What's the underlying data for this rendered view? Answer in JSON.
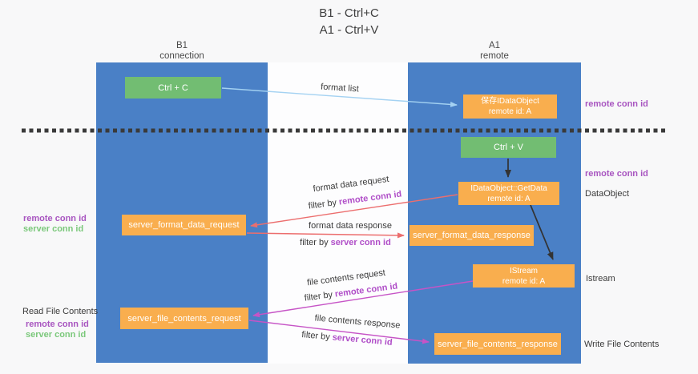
{
  "title": {
    "line1": "B1 - Ctrl+C",
    "line2": "A1 - Ctrl+V"
  },
  "lanes": {
    "b1": {
      "name": "B1",
      "subtitle": "connection"
    },
    "a1": {
      "name": "A1",
      "subtitle": "remote"
    }
  },
  "nodes": {
    "ctrl_c": {
      "label": "Ctrl + C"
    },
    "ctrl_v": {
      "label": "Ctrl + V"
    },
    "save_dataobject": {
      "line1": "保存IDataObject",
      "line2": "remote id: A"
    },
    "getdata": {
      "line1": "IDataObject::GetData",
      "line2": "remote id: A"
    },
    "istream": {
      "line1": "IStream",
      "line2": "remote id: A"
    },
    "format_request": {
      "label": "server_format_data_request"
    },
    "format_response": {
      "label": "server_format_data_response"
    },
    "file_request": {
      "label": "server_file_contents_request"
    },
    "file_response": {
      "label": "server_file_contents_response"
    }
  },
  "edge_labels": {
    "format_list": "format list",
    "format_data_request": "format data request",
    "format_data_response": "format data response",
    "file_contents_request": "file contents request",
    "file_contents_response": "file contents response",
    "filter_by": "filter by",
    "remote_conn_id": "remote conn id",
    "server_conn_id": "server conn id"
  },
  "side_labels": {
    "right": {
      "remote_conn_id_top": "remote conn id",
      "remote_conn_id_mid": "remote conn id",
      "dataobject": "DataObject",
      "istream": "Istream",
      "write_file_contents": "Write File Contents"
    },
    "left": {
      "remote_conn_id_mid": "remote conn id",
      "server_conn_id_mid": "server conn id",
      "read_file_contents": "Read File Contents",
      "remote_conn_id_bottom": "remote conn id",
      "server_conn_id_bottom": "server conn id"
    }
  },
  "colors": {
    "lane_blue": "#4a80c6",
    "node_green": "#72bd72",
    "node_orange": "#f9ae4e",
    "arrow_red": "#ec6e6e",
    "arrow_magenta": "#c654c6",
    "arrow_blue": "#a4d2f2",
    "arrow_black": "#333333",
    "label_purple": "#a855c0",
    "filter_purple": "#b04ec8",
    "label_green": "#7bc87b",
    "text_dark": "#3a3a3a",
    "background": "#f8f8f9",
    "gap_white": "#fdfdfe"
  }
}
